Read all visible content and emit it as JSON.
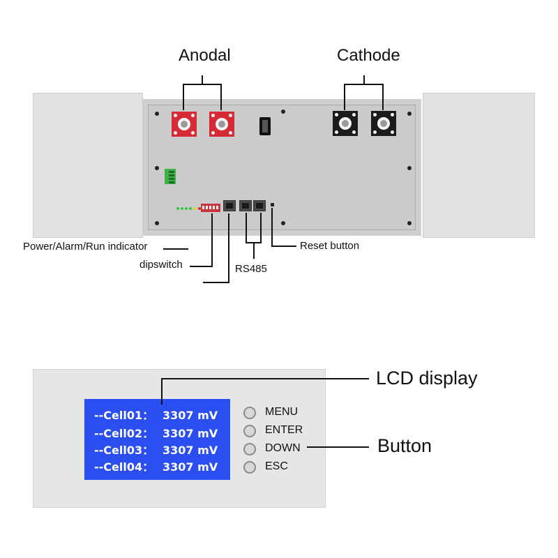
{
  "top": {
    "labels": {
      "anodal": "Anodal",
      "cathode": "Cathode",
      "indicator": "Power/Alarm/Run indicator",
      "dipswitch": "dipswitch",
      "rs485": "RS485",
      "reset": "Reset button"
    },
    "colors": {
      "anode_terminal": "#d62a36",
      "cathode_terminal": "#1b1b1b",
      "leds": [
        "#35c63f",
        "#35c63f",
        "#35c63f",
        "#35c63f",
        "#e5d21e",
        "#d62a36"
      ]
    }
  },
  "bottom": {
    "labels": {
      "lcd_display": "LCD display",
      "button": "Button"
    },
    "lcd": {
      "background": "#2b4ef0",
      "rows": [
        {
          "cell": "--Cell01：",
          "value": "3307 mV"
        },
        {
          "cell": "--Cell02：",
          "value": "3307 mV"
        },
        {
          "cell": "--Cell03：",
          "value": "3307 mV"
        },
        {
          "cell": "--Cell04：",
          "value": "3307 mV"
        }
      ]
    },
    "buttons": [
      "MENU",
      "ENTER",
      "DOWN",
      "ESC"
    ]
  }
}
